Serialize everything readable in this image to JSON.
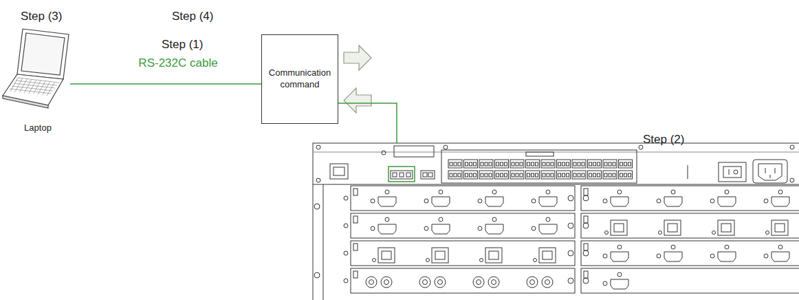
{
  "diagram": {
    "nodes": [
      {
        "text": [
          "Laptop"
        ]
      },
      {
        "text": [
          "Communication command"
        ]
      }
    ],
    "edges": [
      {
        "from": 0,
        "to": 1,
        "arrow": "none",
        "label": "RS-232C cable"
      }
    ],
    "labels": [
      "Step (3)",
      "Step (4)",
      "Step (1)",
      "Step (2)"
    ]
  }
}
